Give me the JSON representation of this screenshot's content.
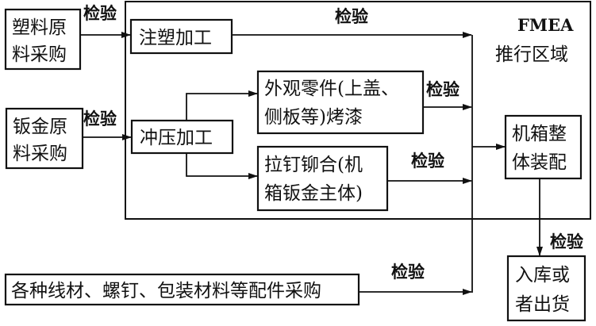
{
  "region": {
    "title": "FMEA",
    "subtitle": "推行区域"
  },
  "inspect_label": "检验",
  "nodes": {
    "plastic_purchase": [
      "塑料原",
      "料采购"
    ],
    "sheet_purchase": [
      "钣金原",
      "料采购"
    ],
    "injection": "注塑加工",
    "stamping": "冲压加工",
    "exterior": [
      "外观零件(上盖、",
      "侧板等)烤漆"
    ],
    "riveting": [
      "拉钉铆合(机",
      "箱钣金主体)"
    ],
    "assembly": [
      "机箱整",
      "体装配"
    ],
    "parts_purchase": "各种线材、螺钉、包装材料等配件采购",
    "warehouse": [
      "入库或",
      "者出货"
    ]
  },
  "colors": {
    "line": "#111111",
    "background": "#ffffff"
  }
}
